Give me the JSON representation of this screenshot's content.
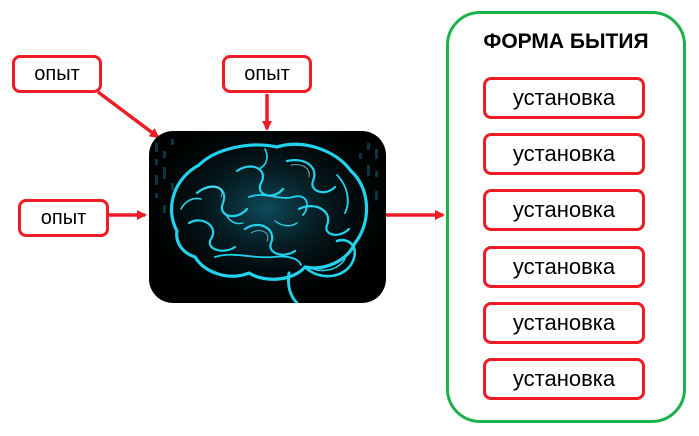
{
  "experiences": [
    {
      "label": "опыт"
    },
    {
      "label": "опыт"
    },
    {
      "label": "опыт"
    }
  ],
  "form_of_being": {
    "title": "ФОРМА БЫТИЯ",
    "attitudes": [
      {
        "label": "установка"
      },
      {
        "label": "установка"
      },
      {
        "label": "установка"
      },
      {
        "label": "установка"
      },
      {
        "label": "установка"
      },
      {
        "label": "установка"
      }
    ]
  },
  "colors": {
    "box_border": "#ee1c24",
    "arrow": "#ee1c24",
    "panel_border": "#1db14b",
    "brain_glow": "#22d3ee",
    "brain_background": "#000000"
  },
  "icons": {
    "brain": "brain-icon"
  }
}
